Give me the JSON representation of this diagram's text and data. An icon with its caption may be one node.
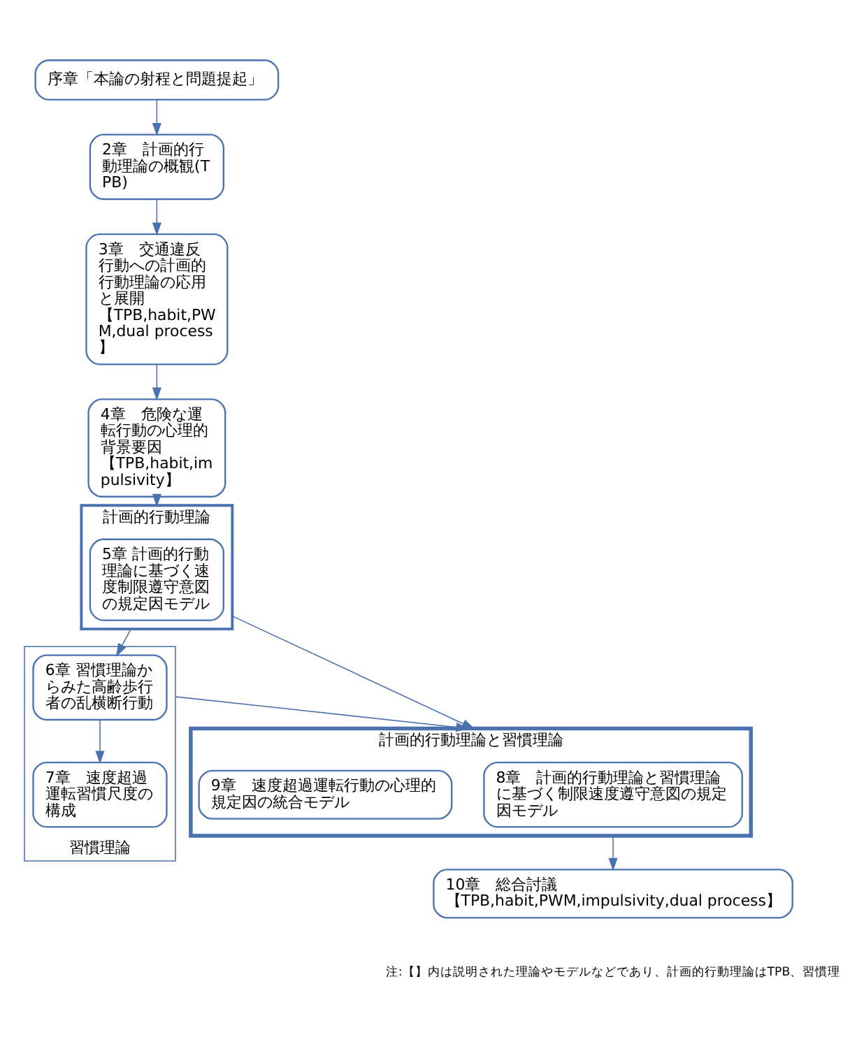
{
  "diagram": {
    "nodes": [
      {
        "text": [
          "序章「本論の射程と問題提起」"
        ]
      },
      {
        "text": [
          "2章　計画的行動理論の概観(TPB)"
        ]
      },
      {
        "text": [
          "3章　交通違反行動への計画的行動理論の応用と展開",
          "【TPB,habit,PWM,dual process】"
        ]
      },
      {
        "text": [
          "4章　危険な運転行動の心理的背景要因",
          "【TPB,habit,impulsivity】"
        ]
      },
      {
        "text": [
          "計画的行動理論"
        ]
      },
      {
        "text": [
          "5章 計画的行動理論に基づく速度制限遵守意図の規定因モデル"
        ],
        "in": 4
      },
      {
        "text": [
          "習慣理論"
        ]
      },
      {
        "text": [
          "6章 習慣理論からみた高齢歩行者の乱横断行動"
        ],
        "in": 6
      },
      {
        "text": [
          "7章　速度超過運転習慣尺度の構成"
        ],
        "in": 6
      },
      {
        "text": [
          "計画的行動理論と習慣理論"
        ]
      },
      {
        "text": [
          "8章　計画的行動理論と習慣理論に基づく制限速度遵守意図の規定因モデル"
        ],
        "in": 9
      },
      {
        "text": [
          "9章　速度超過運転行動の心理的規定因の統合モデル"
        ],
        "in": 9
      },
      {
        "text": [
          "10章　総合討議",
          "【TPB,habit,PWM,impulsivity,dual process】"
        ]
      }
    ],
    "edges": [
      {
        "from": 0,
        "to": 1,
        "arrow": "to"
      },
      {
        "from": 1,
        "to": 2,
        "arrow": "to"
      },
      {
        "from": 2,
        "to": 3,
        "arrow": "to"
      },
      {
        "from": 3,
        "to": 4,
        "arrow": "to"
      },
      {
        "from": 4,
        "to": 7,
        "arrow": "to"
      },
      {
        "from": 7,
        "to": 8,
        "arrow": "to"
      },
      {
        "from": 6,
        "to": 9,
        "arrow": "to"
      },
      {
        "from": 4,
        "to": 9,
        "arrow": "to"
      },
      {
        "from": 9,
        "to": 12,
        "arrow": "to"
      }
    ],
    "labels": [
      "注:【】内は説明された理論やモデルなどであり、計画的行動理論はTPB、習慣理"
    ]
  }
}
